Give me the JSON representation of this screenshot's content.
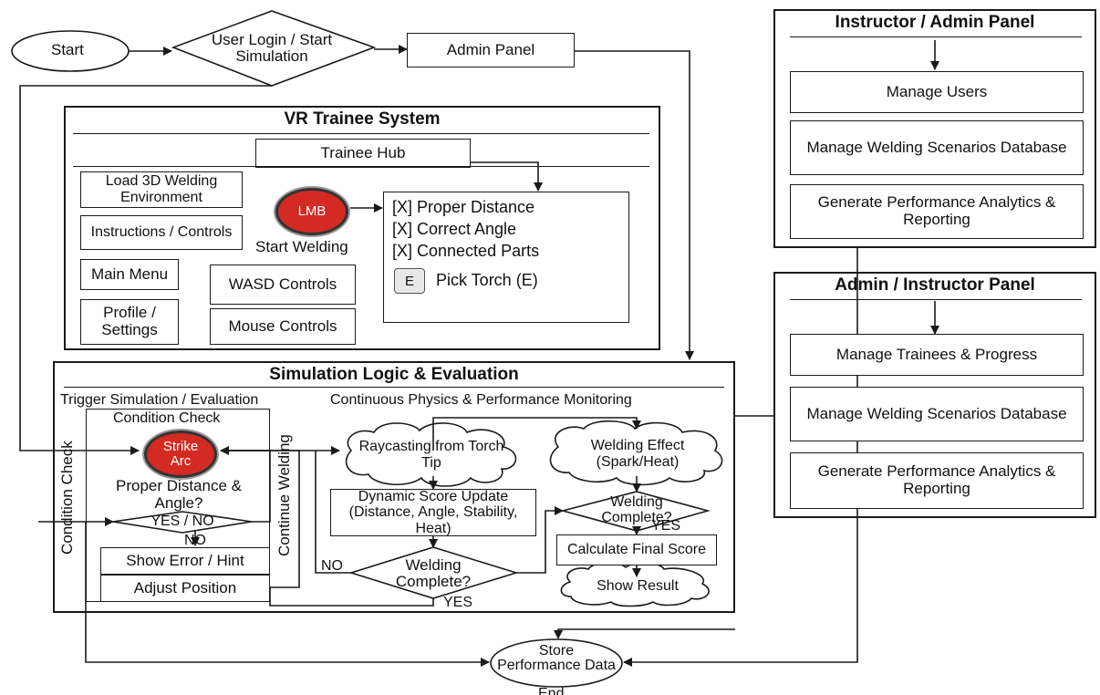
{
  "flow": {
    "start": "Start",
    "login": "User Login / Start Simulation",
    "admin_panel": "Admin Panel",
    "store": "Store Performance Data",
    "end": "End"
  },
  "instructor_admin_panel": {
    "title": "Instructor / Admin Panel",
    "items": [
      "Manage Users",
      "Manage Welding Scenarios Database",
      "Generate Performance Analytics & Reporting"
    ]
  },
  "admin_instructor_panel": {
    "title": "Admin / Instructor Panel",
    "items": [
      "Manage Trainees & Progress",
      "Manage Welding Scenarios Database",
      "Generate Performance Analytics & Reporting"
    ]
  },
  "vr_system": {
    "title": "VR Trainee System",
    "hub": "Trainee Hub",
    "load_env": "Load 3D Welding Environment",
    "instructions": "Instructions / Controls",
    "main_menu": "Main Menu",
    "profile": "Profile / Settings",
    "wasd": "WASD Controls",
    "mouse": "Mouse Controls",
    "lmb": "LMB",
    "start_welding": "Start Welding",
    "checklist": [
      "[X] Proper Distance",
      "[X] Correct Angle",
      "[X] Connected Parts"
    ],
    "pick_key": "E",
    "pick_torch": "Pick Torch (E)"
  },
  "simulation": {
    "title": "Simulation Logic & Evaluation",
    "trigger": "Trigger Simulation / Evaluation",
    "continuous": "Continuous Physics & Performance Monitoring",
    "condition_check": "Condition Check",
    "strike_arc": "Strike Arc",
    "proper_question": "Proper Distance & Angle?",
    "yes_no": "YES / NO",
    "no": "NO",
    "show_error": "Show Error / Hint",
    "adjust": "Adjust Position",
    "side_condition": "Condition Check",
    "side_continue": "Continue Welding",
    "raycast": "Raycasting from Torch Tip",
    "score_update": "Dynamic Score Update (Distance, Angle, Stability, Heat)",
    "welding_complete": "Welding Complete?",
    "no_label": "NO",
    "yes_label": "YES",
    "effect": "Welding Effect (Spark/Heat)",
    "welding_complete_2": "Welding Complete?",
    "yes_label_2": "YES",
    "final_score": "Calculate Final Score",
    "show_result": "Show Result"
  },
  "colors": {
    "line": "#1a1a1a",
    "accent_red": "#d32a24"
  }
}
